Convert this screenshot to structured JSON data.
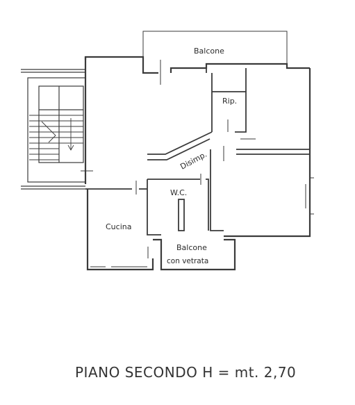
{
  "plan": {
    "rooms": {
      "balcone_top": "Balcone",
      "ripostiglio": "Rip.",
      "disimpegno": "Disimp.",
      "wc": "W.C.",
      "cucina": "Cucina",
      "balcone_bottom_line1": "Balcone",
      "balcone_bottom_line2": "con vetrata"
    },
    "caption": "PIANO SECONDO H = mt. 2,70"
  },
  "colors": {
    "wall": "#3a3a3a",
    "line": "#555555",
    "background": "#ffffff"
  }
}
